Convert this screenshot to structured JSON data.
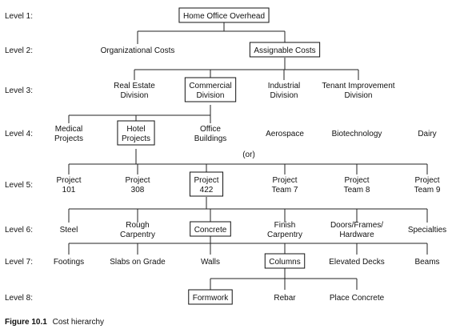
{
  "levels": [
    "Level 1:",
    "Level 2:",
    "Level 3:",
    "Level 4:",
    "Level 5:",
    "Level 6:",
    "Level 7:",
    "Level 8:"
  ],
  "nodes": {
    "home_office": [
      "Home Office Overhead"
    ],
    "organizational_costs": [
      "Organizational Costs"
    ],
    "assignable_costs": [
      "Assignable Costs"
    ],
    "real_estate": [
      "Real Estate",
      "Division"
    ],
    "commercial": [
      "Commercial",
      "Division"
    ],
    "industrial": [
      "Industrial",
      "Division"
    ],
    "tenant_improvement": [
      "Tenant Improvement",
      "Division"
    ],
    "medical": [
      "Medical",
      "Projects"
    ],
    "hotel": [
      "Hotel",
      "Projects"
    ],
    "office_buildings": [
      "Office",
      "Buildings"
    ],
    "aerospace": [
      "Aerospace"
    ],
    "biotechnology": [
      "Biotechnology"
    ],
    "dairy": [
      "Dairy"
    ],
    "project_101": [
      "Project",
      "101"
    ],
    "project_308": [
      "Project",
      "308"
    ],
    "project_422": [
      "Project",
      "422"
    ],
    "project_team_7": [
      "Project",
      "Team 7"
    ],
    "project_team_8": [
      "Project",
      "Team 8"
    ],
    "project_team_9": [
      "Project",
      "Team 9"
    ],
    "steel": [
      "Steel"
    ],
    "rough_carpentry": [
      "Rough",
      "Carpentry"
    ],
    "concrete": [
      "Concrete"
    ],
    "finish_carpentry": [
      "Finish",
      "Carpentry"
    ],
    "doors_frames": [
      "Doors/Frames/",
      "Hardware"
    ],
    "specialties": [
      "Specialties"
    ],
    "footings": [
      "Footings"
    ],
    "slabs_on_grade": [
      "Slabs on Grade"
    ],
    "walls": [
      "Walls"
    ],
    "columns": [
      "Columns"
    ],
    "elevated_decks": [
      "Elevated Decks"
    ],
    "beams": [
      "Beams"
    ],
    "formwork": [
      "Formwork"
    ],
    "rebar": [
      "Rebar"
    ],
    "place_concrete": [
      "Place Concrete"
    ]
  },
  "or_label": "(or)",
  "caption": {
    "figure": "Figure 10.1",
    "text": "Cost hierarchy"
  }
}
